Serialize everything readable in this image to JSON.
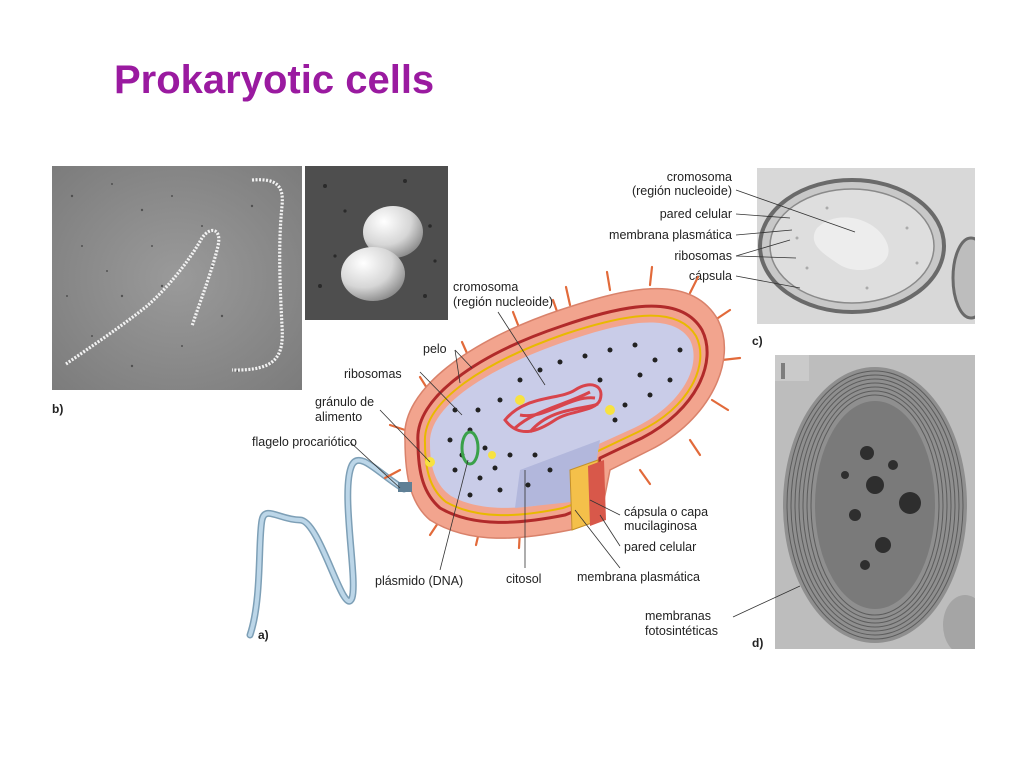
{
  "slide": {
    "title": "Prokaryotic cells"
  },
  "panels": {
    "a": "a)",
    "b": "b)",
    "c": "c)",
    "d": "d)"
  },
  "diagram_a": {
    "labels": {
      "cromosoma_1": "cromosoma",
      "cromosoma_2": "(región nucleoide)",
      "pelo": "pelo",
      "ribosomas": "ribosomas",
      "granulo_1": "gránulo de",
      "granulo_2": "alimento",
      "flagelo": "flagelo procariótico",
      "plasmido": "plásmido (DNA)",
      "citosol": "citosol",
      "capsula_1": "cápsula o capa",
      "capsula_2": "mucilaginosa",
      "pared": "pared celular",
      "membrana": "membrana plasmática"
    }
  },
  "micrograph_c": {
    "labels": {
      "cromosoma_1": "cromosoma",
      "cromosoma_2": "(región nucleoide)",
      "pared": "pared celular",
      "membrana": "membrana plasmática",
      "ribosomas": "ribosomas",
      "capsula": "cápsula"
    }
  },
  "micrograph_d": {
    "labels": {
      "membranas_1": "membranas",
      "membranas_2": "fotosintéticas"
    }
  },
  "colors": {
    "title": "#9a1aa0",
    "capsule": "#f2a48e",
    "cytosol": "#c9cce8",
    "chromosome": "#d8444c",
    "flagellum": "#a8c8e0",
    "plasmid": "#3aa14a",
    "granule": "#f7e240"
  }
}
